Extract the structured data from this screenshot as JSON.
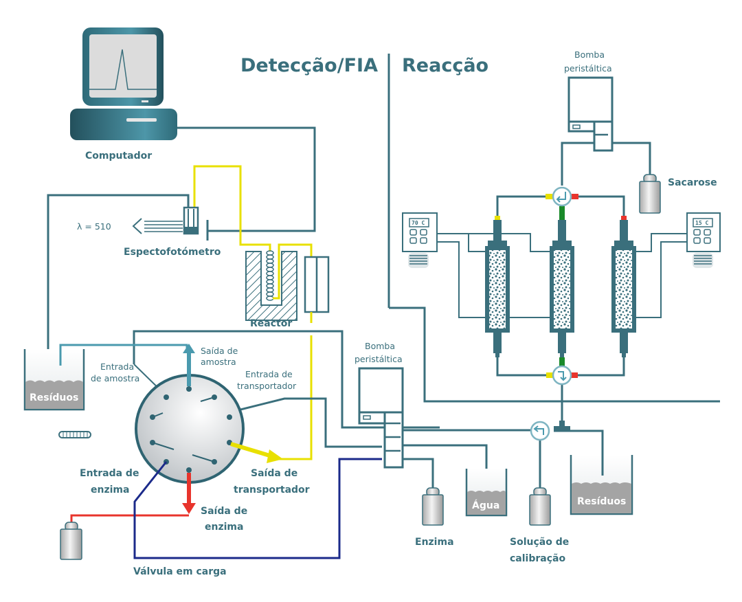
{
  "titles": {
    "detection": "Detecção/FIA",
    "reaction": "Reacção"
  },
  "labels": {
    "computer": "Computador",
    "wavelength": "λ = 510",
    "spectrophotometer": "Espectofotómetro",
    "reactor": "Reactor",
    "pump_top_line1": "Bomba",
    "pump_top_line2": "peristáltica",
    "pump_mid_line1": "Bomba",
    "pump_mid_line2": "peristáltica",
    "sucrose": "Sacarose",
    "waste_left": "Resíduos",
    "waste_right": "Resíduos",
    "water": "Água",
    "enzyme": "Enzima",
    "calibration_line1": "Solução de",
    "calibration_line2": "calibração",
    "sample_in_line1": "Entrada",
    "sample_in_line2": "de amostra",
    "sample_out_line1": "Saída de",
    "sample_out_line2": "amostra",
    "carrier_in_line1": "Entrada de",
    "carrier_in_line2": "transportador",
    "carrier_out_line1": "Saída de",
    "carrier_out_line2": "transportador",
    "enzyme_in_line1": "Entrada de",
    "enzyme_in_line2": "enzima",
    "enzyme_out_line1": "Saída de",
    "enzyme_out_line2": "enzima",
    "valve_loading": "Válvula em carga"
  },
  "thermostats": {
    "left_temp": "70 C",
    "right_temp": "15 C"
  },
  "colors": {
    "primary": "#3a6f7c",
    "yellow": "#e8e000",
    "red": "#e8342c",
    "navy": "#1b2a8a",
    "light_blue": "#4a9aae",
    "green": "#1a8a2a"
  }
}
